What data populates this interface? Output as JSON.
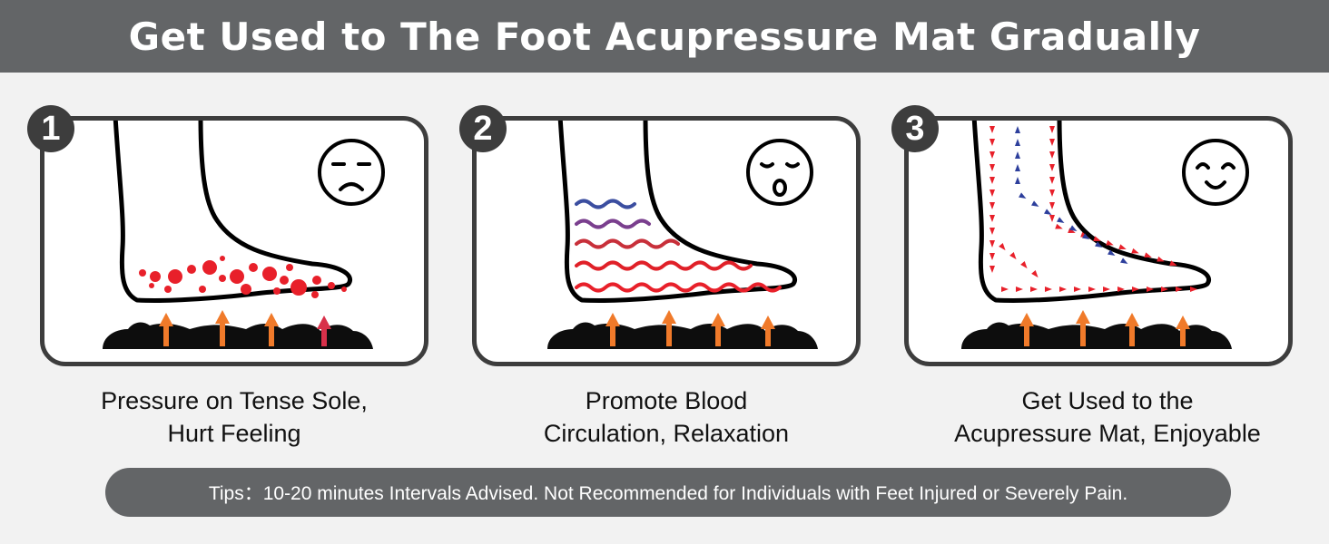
{
  "header": {
    "title": "Get Used to The Foot Acupressure Mat Gradually"
  },
  "steps": [
    {
      "number": "1",
      "caption_line1": "Pressure on Tense Sole,",
      "caption_line2": "Hurt Feeling",
      "face": "sad-face-icon"
    },
    {
      "number": "2",
      "caption_line1": "Promote Blood",
      "caption_line2": "Circulation, Relaxation",
      "face": "relieved-face-icon"
    },
    {
      "number": "3",
      "caption_line1": "Get Used to the",
      "caption_line2": "Acupressure Mat, Enjoyable",
      "face": "happy-face-icon"
    }
  ],
  "tips": {
    "text": "Tips：10-20 minutes Intervals Advised. Not Recommended for Individuals with Feet Injured or Severely Pain."
  },
  "colors": {
    "header_bg": "#636567",
    "panel_border": "#3d3d3d",
    "pain_red": "#e8202a",
    "wave_blue": "#3b4ea0",
    "wave_purple": "#7a3f8e",
    "arrow_orange": "#f07a2a",
    "arrow_blue": "#2d3f9c"
  }
}
